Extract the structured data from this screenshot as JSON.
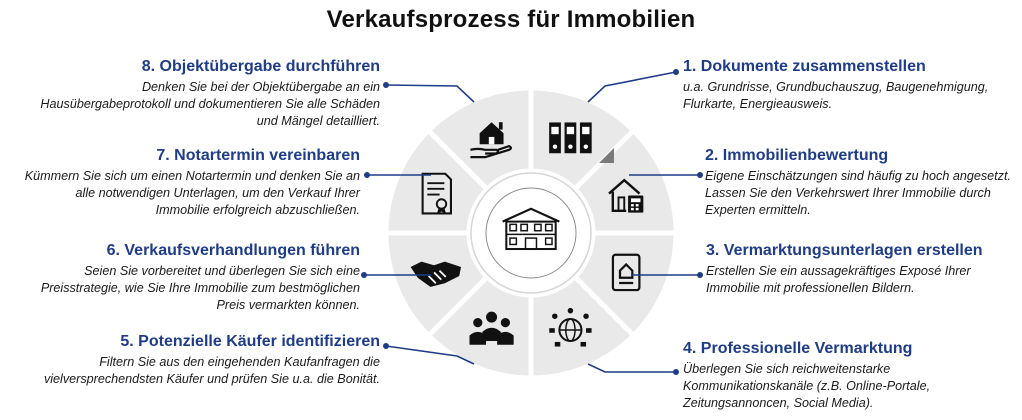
{
  "title": "Verkaufsprozess für Immobilien",
  "steps": [
    {
      "title": "1. Dokumente zusammenstellen",
      "desc": "u.a. Grundrisse, Grundbuchauszug, Baugenehmigung, Flurkarte, Energieausweis.",
      "icon": "folders-icon"
    },
    {
      "title": "2. Immobilienbewertung",
      "desc": "Eigene Einschätzungen sind häufig zu hoch angesetzt. Lassen Sie den Verkehrswert Ihrer Immobilie durch Experten ermitteln.",
      "icon": "house-calculator-icon"
    },
    {
      "title": "3. Vermarktungsunterlagen erstellen",
      "desc": "Erstellen Sie ein aussagekräftiges Exposé Ihrer Immobilie mit professionellen Bildern.",
      "icon": "expose-document-icon"
    },
    {
      "title": "4. Professionelle Vermarktung",
      "desc": "Überlegen Sie sich reichweitenstarke Kommunikationskanäle (z.B. Online-Portale, Zeitungsannoncen, Social Media).",
      "icon": "globe-media-icon"
    },
    {
      "title": "5. Potenzielle Käufer identifizieren",
      "desc": "Filtern Sie aus den eingehenden Kaufanfragen die vielversprechendsten Käufer und prüfen Sie u.a. die Bonität.",
      "icon": "people-group-icon"
    },
    {
      "title": "6. Verkaufsverhandlungen führen",
      "desc": "Seien Sie vorbereitet und überlegen Sie sich eine Preisstrategie, wie Sie Ihre Immobilie zum bestmöglichen Preis vermarkten können.",
      "icon": "handshake-icon"
    },
    {
      "title": "7. Notartermin vereinbaren",
      "desc": "Kümmern Sie sich um einen Notartermin und denken Sie an alle notwendigen Unterlagen, um den Verkauf Ihrer Immobilie erfolgreich abzuschließen.",
      "icon": "certificate-icon"
    },
    {
      "title": "8. Objektübergabe durchführen",
      "desc": "Denken Sie bei der Objektübergabe an ein Hausübergabeprotokoll und dokumentieren Sie alle Schäden und Mängel detailliert.",
      "icon": "house-hand-icon"
    }
  ],
  "center_icon": "townhouse-icon",
  "colors": {
    "accent": "#1f3c88",
    "ring_fill": "#e9e9e9",
    "ring_stroke": "#ffffff",
    "icon": "#111111"
  }
}
